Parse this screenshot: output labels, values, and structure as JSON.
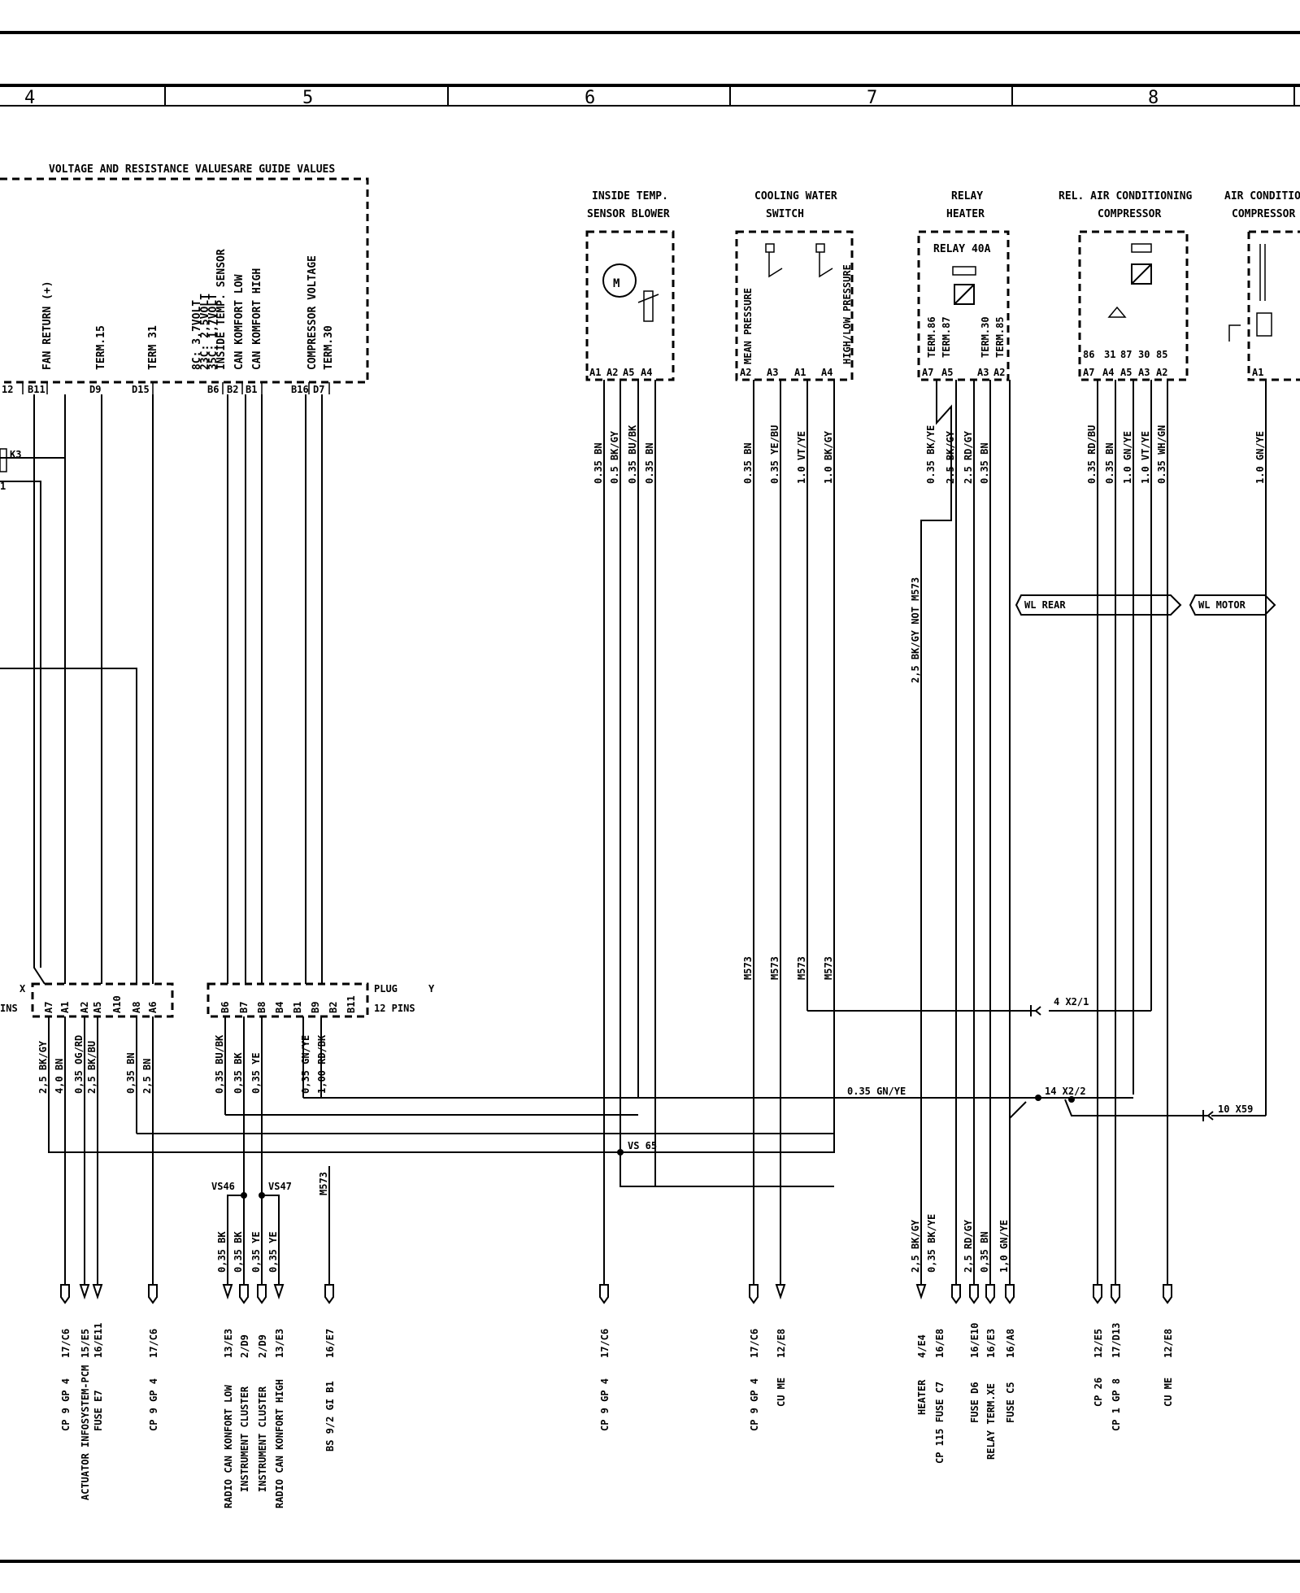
{
  "columns": [
    "4",
    "5",
    "6",
    "7",
    "8"
  ],
  "note": "VOLTAGE AND RESISTANCE VALUESARE GUIDE VALUES",
  "ecu": {
    "functions": [
      "FAN RETURN (+)",
      "TERM.15",
      "TERM 31",
      "8C: 3,7VOLT",
      "23C: 2,5VOLT",
      "35C: 1,7VOLT",
      "INSIDE TEMP. SENSOR",
      "CAN KOMFORT LOW",
      "CAN KOMFORT HIGH",
      "COMPRESSOR VOLTAGE",
      "TERM.30"
    ],
    "pins": [
      "12",
      "B11",
      "D9",
      "D15",
      "B6",
      "B2",
      "B1",
      "B16",
      "D7"
    ],
    "left_marks": [
      "K3",
      "1"
    ]
  },
  "components": {
    "inside_temp": {
      "title1": "INSIDE TEMP.",
      "title2": "SENSOR BLOWER",
      "motor": "M",
      "pins": [
        "A1",
        "A2",
        "A5",
        "A4"
      ]
    },
    "cooling": {
      "title1": "COOLING WATER",
      "title2": "SWITCH",
      "inner": [
        "MEAN PRESSURE",
        "HIGH/LOW PRESSURE"
      ],
      "pins": [
        "A2",
        "A3",
        "A1",
        "A4"
      ]
    },
    "relay": {
      "title1": "RELAY",
      "title2": "HEATER",
      "inner_title": "RELAY 40A",
      "inner": [
        "TERM.86",
        "TERM.87",
        "TERM.30",
        "TERM.85"
      ],
      "pins": [
        "A7",
        "A5",
        "A3",
        "A2"
      ]
    },
    "relac": {
      "title1": "REL. AIR CONDITIONING",
      "title2": "COMPRESSOR",
      "terms": [
        "86",
        "31",
        "87",
        "30",
        "85"
      ],
      "pins": [
        "A7",
        "A4",
        "A5",
        "A3",
        "A2"
      ]
    },
    "accomp": {
      "title1": "AIR CONDITIO",
      "title2": "COMPRESSOR",
      "pins": [
        "A1"
      ]
    }
  },
  "wires_top": [
    "0.35 BN",
    "0.5 BK/GY",
    "0.35 BU/BK",
    "0.35 BN",
    "0.35 BN",
    "0.35 YE/BU",
    "1.0 VT/YE",
    "1.0 BK/GY",
    "0.35 BK/YE",
    "2.5 BK/GY",
    "2.5 RD/GY",
    "0.35 BN",
    "0.35 RD/BU",
    "0.35 BN",
    "1.0 GN/YE",
    "1.0 VT/YE",
    "0.35 WH/GN",
    "1.0 GN/YE"
  ],
  "wire_note": "2,5 BK/GY NOT M573",
  "wl": [
    "WL REAR",
    "WL MOTOR"
  ],
  "m573": [
    "M573",
    "M573",
    "M573",
    "M573",
    "M573"
  ],
  "plug_x": {
    "name": "X",
    "pins_label": "INS",
    "pins": [
      "A7",
      "A1",
      "A2",
      "A5",
      "A10",
      "A8",
      "A6"
    ]
  },
  "plug_y": {
    "name": "PLUG",
    "letter": "Y",
    "pins_label": "12 PINS",
    "pins": [
      "B6",
      "B7",
      "B8",
      "B4",
      "B1",
      "B9",
      "B2",
      "B11"
    ]
  },
  "wires_mid": [
    "2,5 BK/GY",
    "4,0 BN",
    "0,35 OG/RD",
    "2,5 BK/BU",
    "0,35 BN",
    "2,5 BN",
    "0,35 BU/BK",
    "0,35 BK",
    "0,35 YE",
    "0,35 GN/YE",
    "1,00 RD/BK"
  ],
  "connectors": [
    "4 X2/1",
    "14 X2/2",
    "10 X59",
    "0.35 GN/YE",
    "VS 65",
    "VS46",
    "VS47"
  ],
  "wires_low": [
    "0,35 BK",
    "0,35 BK",
    "0,35 YE",
    "0,35 YE",
    "2,5 BK/GY",
    "0,35 BK/YE",
    "2,5 RD/GY",
    "0,35 BN",
    "1,0 GN/YE"
  ],
  "refs": [
    "17/C6",
    "15/E5",
    "16/E11",
    "17/C6",
    "13/E3",
    "2/D9",
    "2/D9",
    "13/E3",
    "16/E7",
    "17/C6",
    "17/C6",
    "12/E8",
    "4/E4",
    "16/E8",
    "16/E10",
    "16/E3",
    "16/A8",
    "12/E5",
    "17/D13",
    "12/E8"
  ],
  "dests": [
    [
      "CP 9 GP 4"
    ],
    [
      "ACTUATOR INFOSYSTEM-PCM"
    ],
    [
      "FUSE E7"
    ],
    [
      "CP 9 GP 4"
    ],
    [
      "RADIO CAN KONFORT LOW"
    ],
    [
      "INSTRUMENT CLUSTER"
    ],
    [
      "INSTRUMENT CLUSTER"
    ],
    [
      "RADIO CAN KONFORT HIGH"
    ],
    [
      "BS 9/2 GI B1"
    ],
    [
      "CP 9 GP 4"
    ],
    [
      "CP 9 GP 4"
    ],
    [
      "CU ME"
    ],
    [
      "HEATER"
    ],
    [
      "CP 115 FUSE C7"
    ],
    [
      "FUSE D6"
    ],
    [
      "RELAY TERM.XE"
    ],
    [
      "FUSE C5"
    ],
    [
      "CP 26"
    ],
    [
      "CP 1 GP 8"
    ],
    [
      "CU ME"
    ]
  ]
}
